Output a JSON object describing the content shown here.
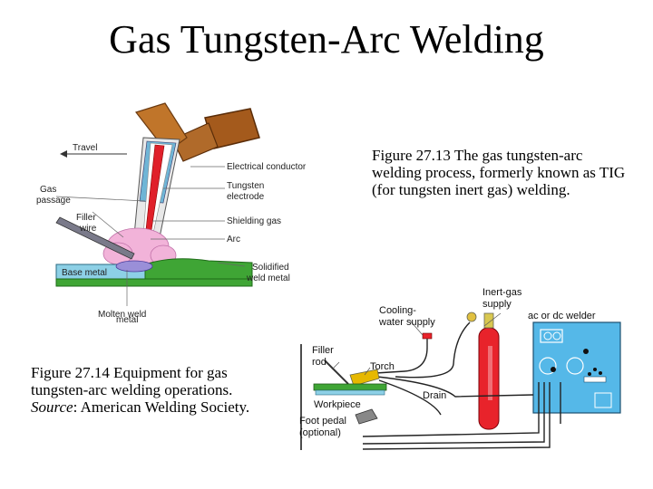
{
  "title": "Gas Tungsten-Arc Welding",
  "figure_13": {
    "caption": "Figure 27.13  The gas tungsten-arc welding process, formerly known as TIG (for tungsten inert gas) welding.",
    "labels": {
      "travel": "Travel",
      "gas_passage_1": "Gas",
      "gas_passage_2": "passage",
      "filler_wire_1": "Filler",
      "filler_wire_2": "wire",
      "electrical_conductor": "Electrical  conductor",
      "tungsten_electrode_1": "Tungsten",
      "tungsten_electrode_2": "electrode",
      "shielding_gas": "Shielding  gas",
      "arc": "Arc",
      "base_metal": "Base  metal",
      "solidified_1": "Solidified",
      "solidified_2": "weld  metal",
      "molten_1": "Molten  weld",
      "molten_2": "metal"
    }
  },
  "figure_14": {
    "caption_prefix": "Figure 27.14  Equipment for gas tungsten-arc welding operations.  ",
    "source_label": "Source",
    "caption_suffix": ": American Welding Society.",
    "labels": {
      "inert_gas_1": "Inert-gas",
      "inert_gas_2": "supply",
      "cooling_1": "Cooling-",
      "cooling_2": "water  supply",
      "welder": "ac  or  dc  welder",
      "filler_rod_1": "Filler",
      "filler_rod_2": "rod",
      "torch": "Torch",
      "drain": "Drain",
      "workpiece": "Workpiece",
      "foot_pedal_1": "Foot  pedal",
      "foot_pedal_2": "(optional)"
    }
  },
  "colors": {
    "electrode_red": "#e0202a",
    "gas_blue": "#6fb5d6",
    "torch_brown": "#a45a1c",
    "base_metal_blue": "#8dd0e6",
    "weld_green": "#3fa535",
    "shield_pink": "#f2b3d9",
    "cylinder_red": "#e8232b",
    "welder_blue": "#55b8e8"
  }
}
